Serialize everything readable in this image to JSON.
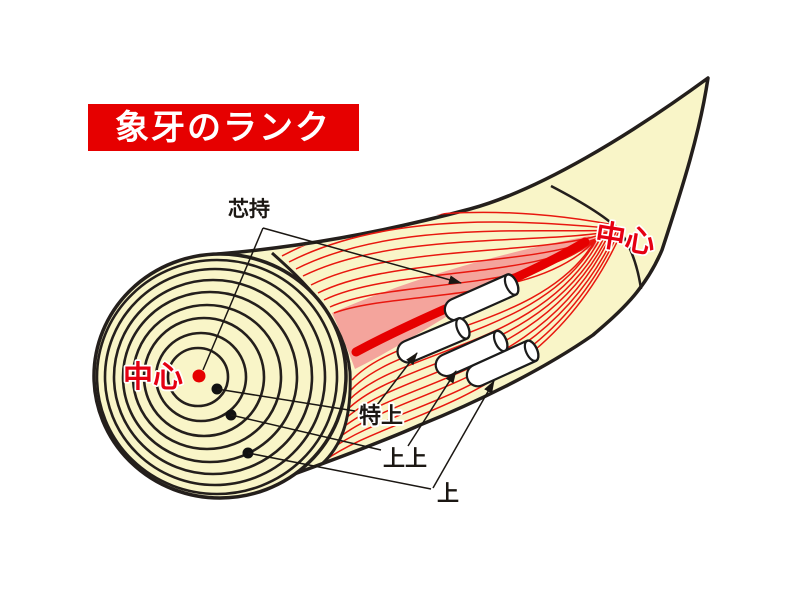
{
  "title": "象牙のランク",
  "labels": {
    "center_left": "中心",
    "center_right": "中心",
    "shinmochi": "芯持",
    "tokujo": "特上",
    "jojo": "上上",
    "jo": "上"
  },
  "colors": {
    "banner_red": "#e60000",
    "accent_red": "#e60012",
    "growth_line_red": "#e8170f",
    "nerve_pink": "#f4a49c",
    "ivory_cream": "#f9f5c8",
    "outline_black": "#241f1c"
  }
}
